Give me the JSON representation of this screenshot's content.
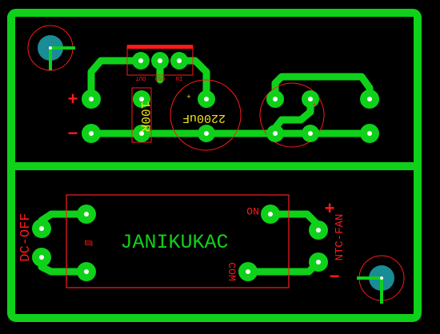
{
  "board": {
    "copper_color": "#0fd11a",
    "silk_color": "#ff1a1a",
    "yellow_silk_color": "#f2e41a",
    "background_color": "#000000",
    "mount_hole_color": "#1a8c96"
  },
  "labels": {
    "title": "JANIKUKAC",
    "dc_off": "DC-OFF",
    "ntc_fan": "NTC-FAN",
    "no": "NO",
    "com": "COM",
    "capacitor_value": "2200uF",
    "capacitor_plus": "+",
    "resistor_value": "100R",
    "regulator_pin_out": "OUT",
    "regulator_pin_gnd": "GND",
    "regulator_pin_in": "IN",
    "plus_input": "+",
    "minus_input": "−",
    "plus_fan": "+",
    "minus_fan": "−",
    "relay_pin_mark": "ʃʃʃ"
  }
}
